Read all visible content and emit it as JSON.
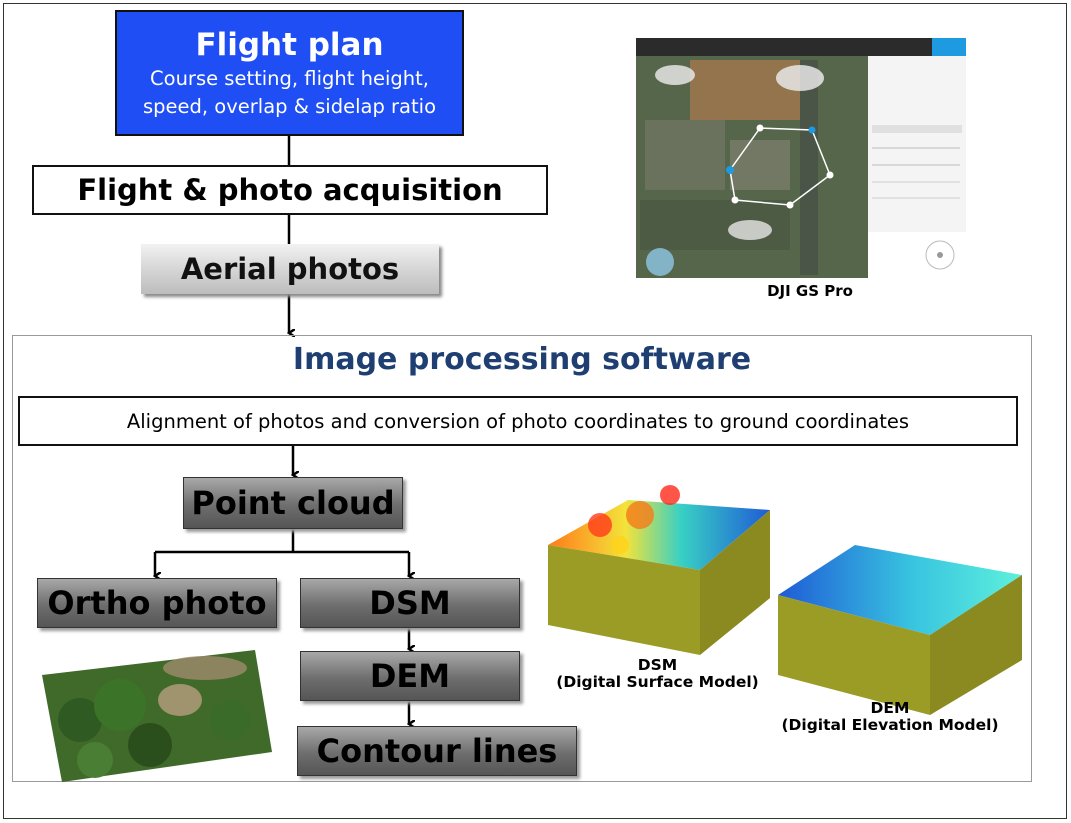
{
  "flight_plan": {
    "title": "Flight plan",
    "subtitle_1": "Course setting, flight height,",
    "subtitle_2": "speed, overlap & sidelap ratio"
  },
  "flight_acquisition": "Flight & photo acquisition",
  "aerial_photos": "Aerial photos",
  "image_processing": {
    "title": "Image processing software",
    "alignment": "Alignment of photos and conversion of photo coordinates to ground coordinates",
    "point_cloud": "Point cloud",
    "ortho_photo": "Ortho photo",
    "dsm": "DSM",
    "dem": "DEM",
    "contour_lines": "Contour lines"
  },
  "captions": {
    "gs_pro": "DJI GS Pro",
    "dsm_title": "DSM",
    "dsm_full": "(Digital Surface Model)",
    "dem_title": "DEM",
    "dem_full": "(Digital Elevation Model)"
  },
  "colors": {
    "flight_plan_fill": "#1f4ef4",
    "title_blue": "#1f3f73",
    "gs_accent": "#1e9be0"
  }
}
